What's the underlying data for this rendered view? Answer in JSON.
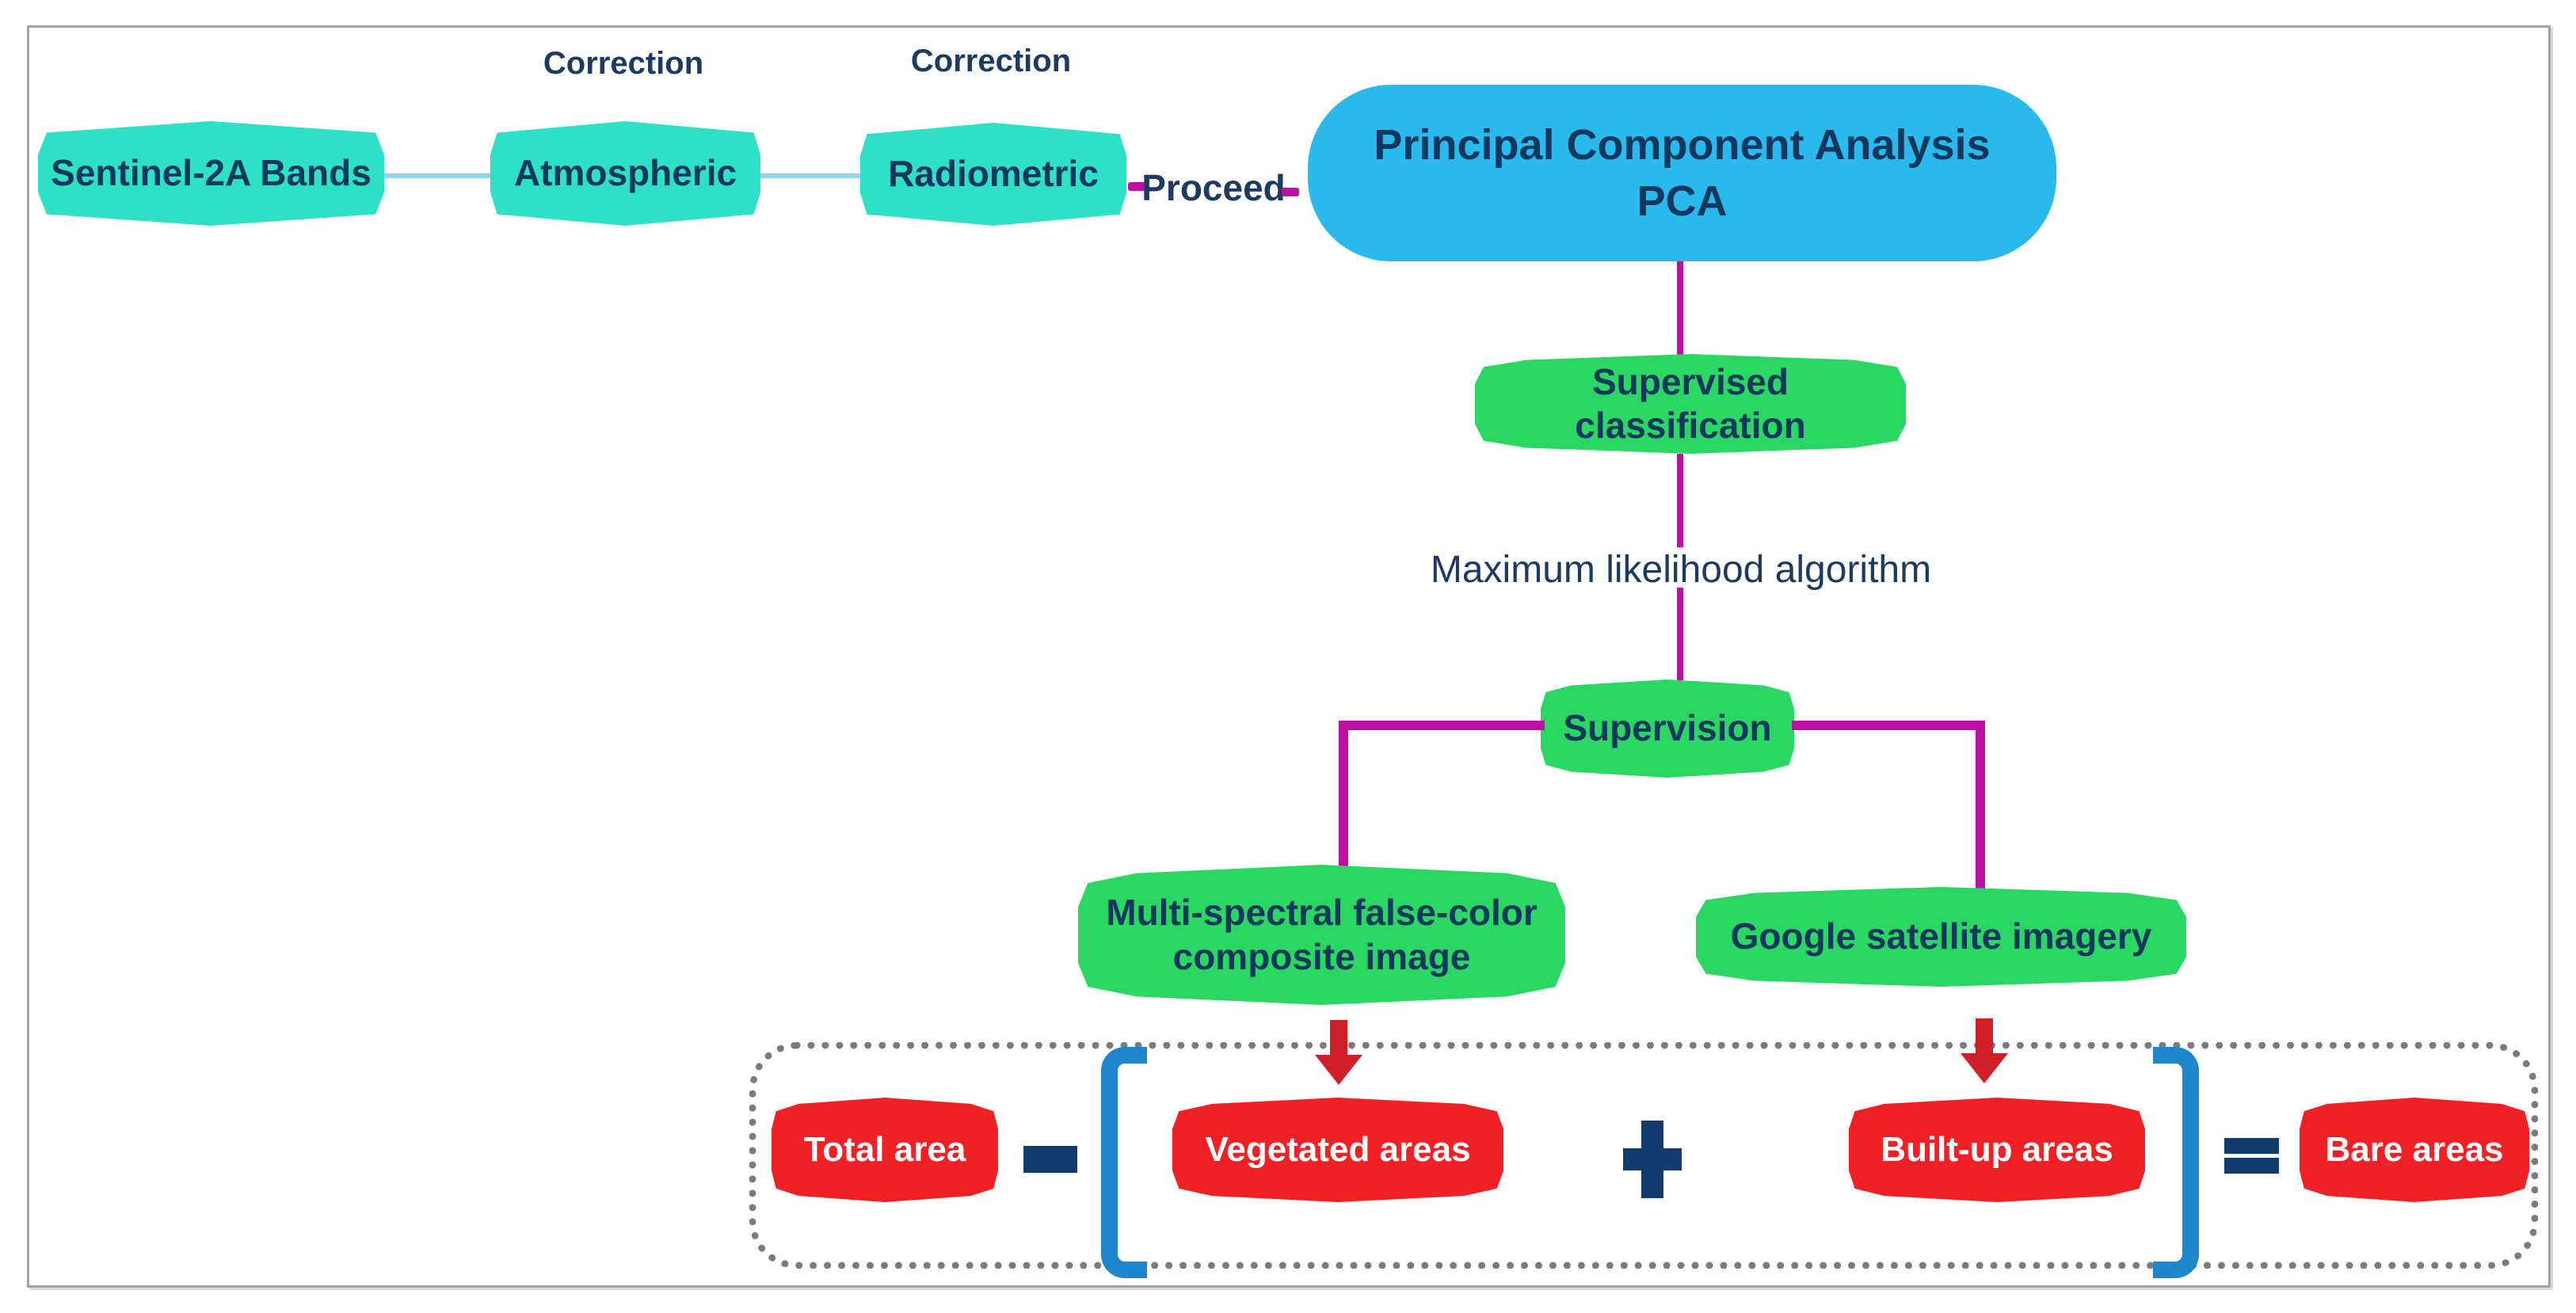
{
  "diagram": {
    "preprocess": {
      "correction_label_1": "Correction",
      "correction_label_2": "Correction",
      "nodes": {
        "sentinel": "Sentinel-2A Bands",
        "atmospheric": "Atmospheric",
        "radiometric": "Radiometric"
      },
      "proceed": "Proceed"
    },
    "pca": {
      "line1": "Principal Component Analysis",
      "line2": "PCA"
    },
    "classification": {
      "supervised": "Supervised classification",
      "algorithm": "Maximum likelihood algorithm",
      "supervision": "Supervision",
      "left_branch_line1": "Multi-spectral false-color",
      "left_branch_line2": "composite image",
      "right_branch": "Google satellite imagery"
    },
    "equation": {
      "total": "Total area",
      "minus": "−",
      "vegetated": "Vegetated areas",
      "plus": "+",
      "built_up": "Built-up areas",
      "equals": "=",
      "bare": "Bare areas"
    },
    "colors": {
      "teal_node": "#2ee0c6",
      "green_node": "#2bd763",
      "blue_node": "#29b9ec",
      "red_node": "#f02125",
      "magenta_line": "#bf10a5",
      "cyan_line": "#8ed9f0",
      "navy_text": "#14375e",
      "operator_navy": "#123c6e",
      "bracket_blue": "#1e86cc",
      "arrow_red": "#cf2027",
      "dotted_border": "#7b7b7b"
    }
  }
}
